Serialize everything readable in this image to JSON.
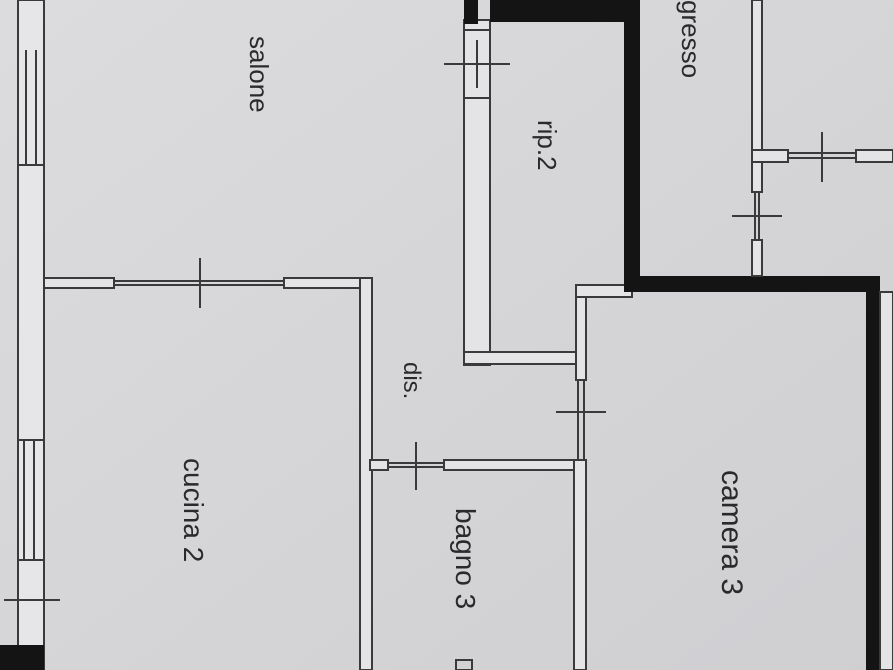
{
  "floorplan": {
    "rooms": {
      "salone": "salone",
      "rip": "rip.2",
      "ingresso": "gresso",
      "dis": "dis.",
      "cucina": "cucina 2",
      "bagno": "bagno 3",
      "camera": "camera 3"
    },
    "colors": {
      "paper": "#d6d6d8",
      "wall_thick": "#141414",
      "wall_thin": "#3a3a3a",
      "wall_fill": "#e4e4e6",
      "label": "#2a2a2a"
    }
  }
}
